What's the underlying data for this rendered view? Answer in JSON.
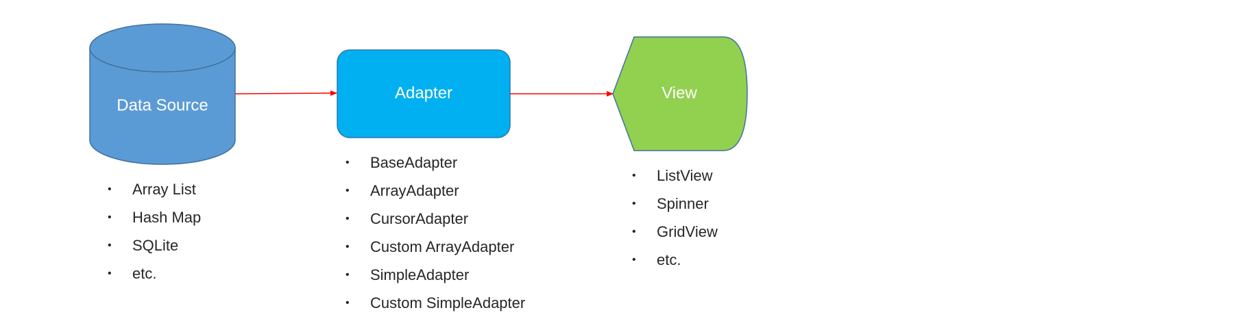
{
  "nodes": {
    "data_source": {
      "label": "Data Source",
      "color": "#5b9bd5"
    },
    "adapter": {
      "label": "Adapter",
      "color": "#00b0f0"
    },
    "view": {
      "label": "View",
      "color": "#92d050"
    }
  },
  "arrow_color": "#ff0000",
  "lists": {
    "data_source": [
      "Array List",
      "Hash Map",
      "SQLite",
      "etc."
    ],
    "adapter": [
      "BaseAdapter",
      "ArrayAdapter",
      "CursorAdapter",
      "Custom ArrayAdapter",
      "SimpleAdapter",
      "Custom SimpleAdapter"
    ],
    "view": [
      "ListView",
      "Spinner",
      "GridView",
      "etc."
    ]
  }
}
